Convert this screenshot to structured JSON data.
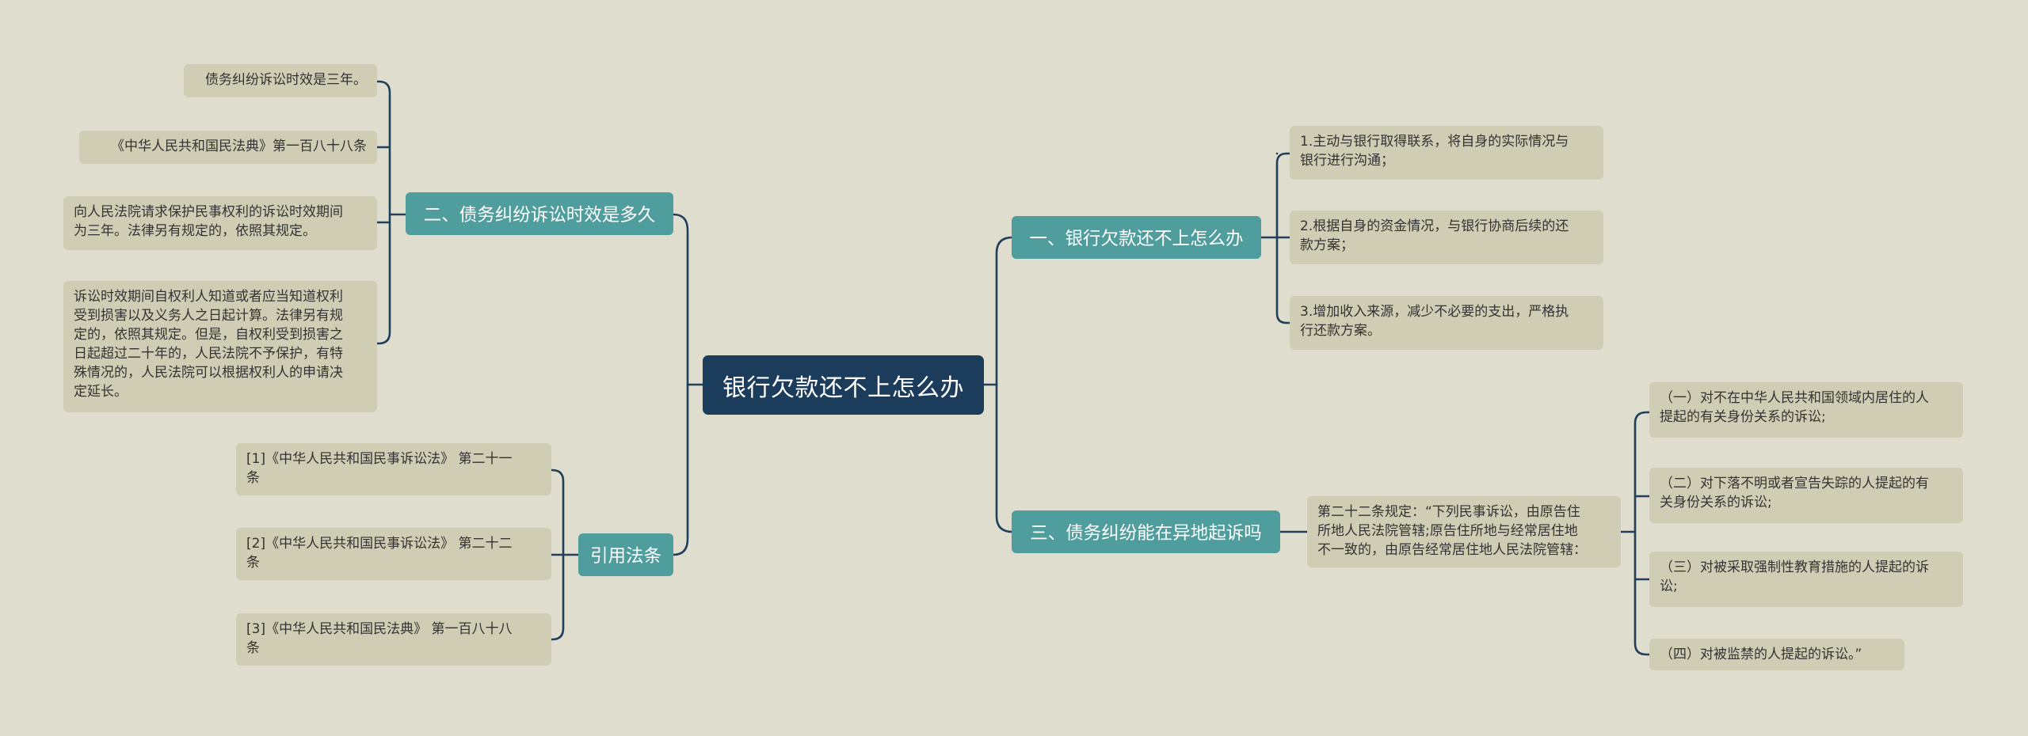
{
  "root": {
    "label": "银行欠款还不上怎么办"
  },
  "branches": {
    "b1": {
      "label": "一、银行欠款还不上怎么办",
      "leaves": [
        "1.主动与银行取得联系，将自身的实际情况与\n银行进行沟通；",
        "2.根据自身的资金情况，与银行协商后续的还\n款方案；",
        "3.增加收入来源，减少不必要的支出，严格执\n行还款方案。"
      ]
    },
    "b2": {
      "label": "二、债务纠纷诉讼时效是多久",
      "leaves": [
        "债务纠纷诉讼时效是三年。",
        "《中华人民共和国民法典》第一百八十八条",
        "向人民法院请求保护民事权利的诉讼时效期间\n为三年。法律另有规定的，依照其规定。",
        "诉讼时效期间自权利人知道或者应当知道权利\n受到损害以及义务人之日起计算。法律另有规\n定的，依照其规定。但是，自权利受到损害之\n日起超过二十年的，人民法院不予保护，有特\n殊情况的，人民法院可以根据权利人的申请决\n定延长。"
      ]
    },
    "b3": {
      "label": "三、债务纠纷能在异地起诉吗",
      "middle": "第二十二条规定：“下列民事诉讼，由原告住\n所地人民法院管辖;原告住所地与经常居住地\n不一致的，由原告经常居住地人民法院管辖：",
      "leaves": [
        "（一）对不在中华人民共和国领域内居住的人\n提起的有关身份关系的诉讼;",
        "（二）对下落不明或者宣告失踪的人提起的有\n关身份关系的诉讼;",
        "（三）对被采取强制性教育措施的人提起的诉\n讼;",
        "（四）对被监禁的人提起的诉讼。”"
      ]
    },
    "b4": {
      "label": "引用法条",
      "leaves": [
        "[1]《中华人民共和国民事诉讼法》 第二十一\n条",
        "[2]《中华人民共和国民事诉讼法》 第二十二\n条",
        "[3]《中华人民共和国民法典》 第一百八十八\n条"
      ]
    }
  }
}
